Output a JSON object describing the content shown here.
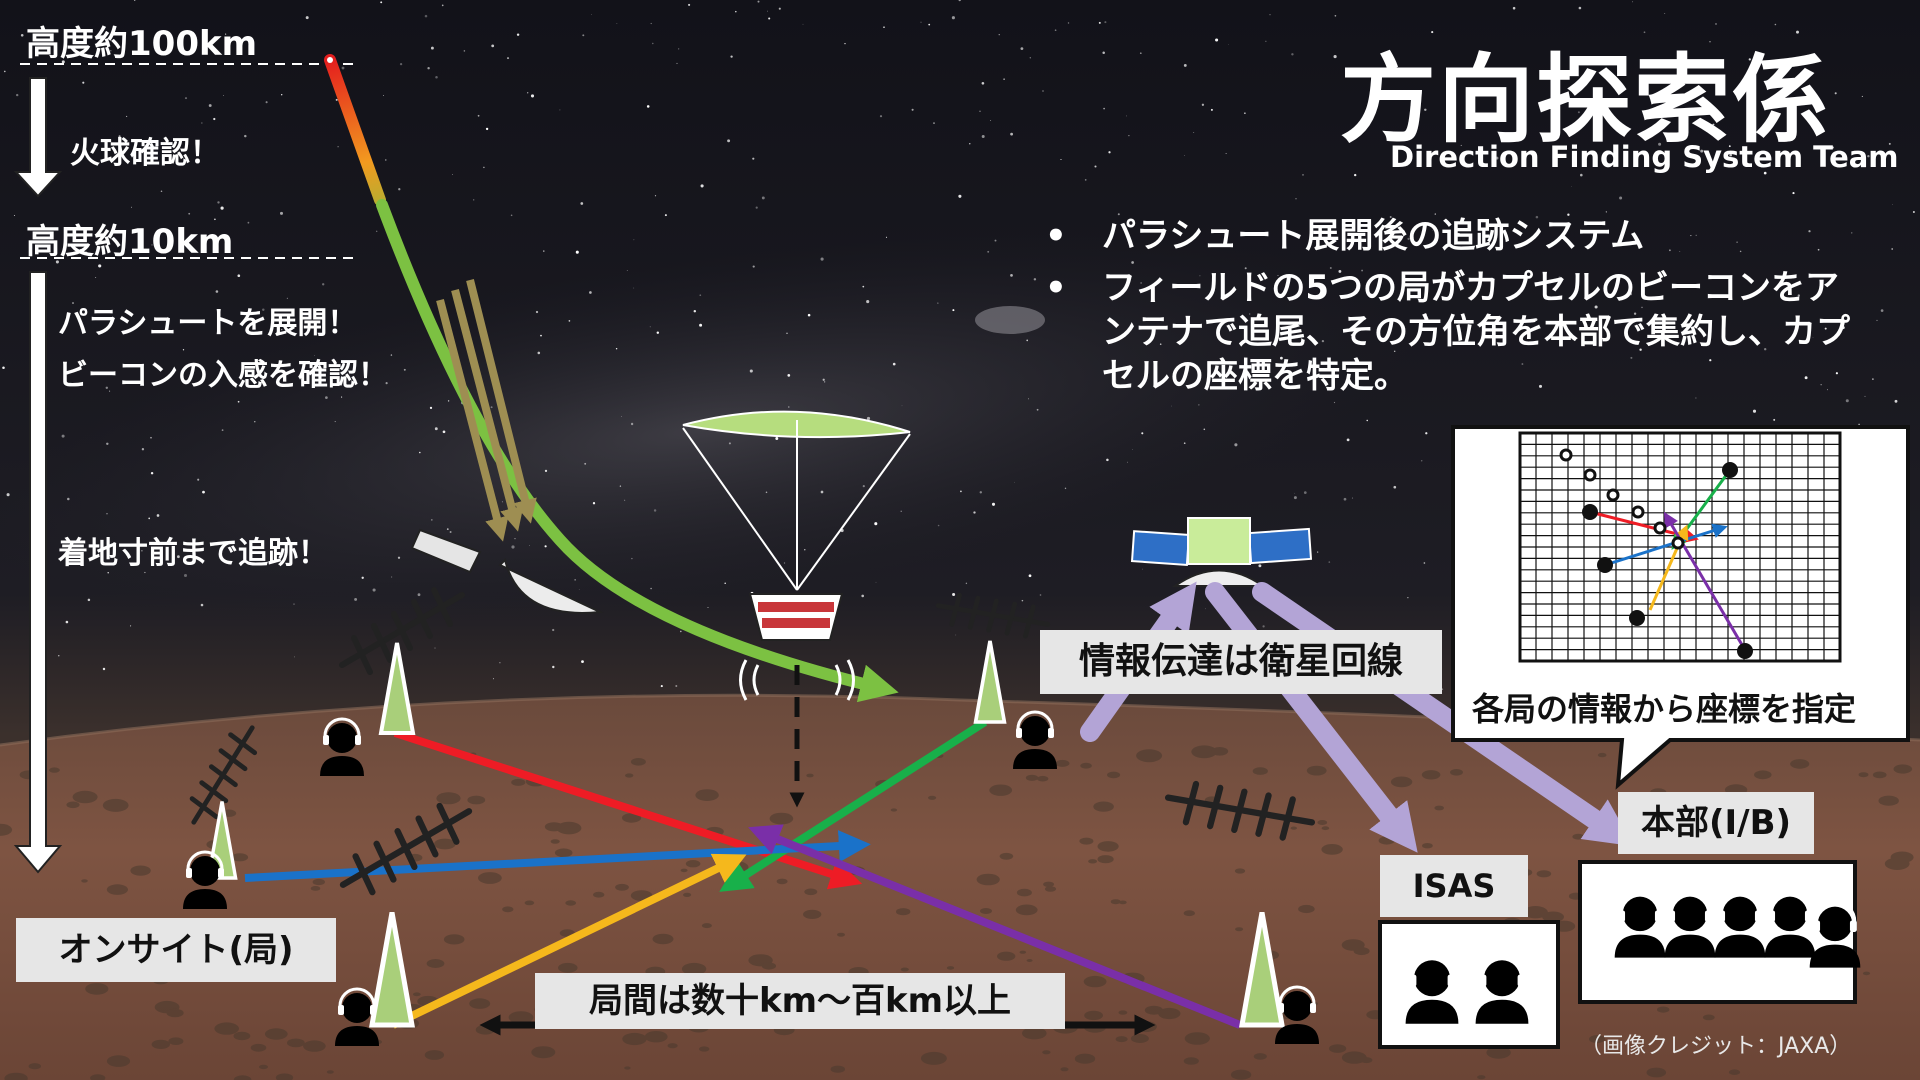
{
  "header": {
    "title": "方向探索係",
    "subtitle": "Direction Finding System Team"
  },
  "altitudes": {
    "top": "高度約100km",
    "mid": "高度約10km"
  },
  "stages": {
    "fireball": "火球確認！",
    "parachute": "パラシュートを展開！",
    "beacon": "ビーコンの入感を確認！",
    "tracking": "着地寸前まで追跡！"
  },
  "bullets": [
    "パラシュート展開後の追跡システム",
    "フィールドの5つの局がカプセルのビーコンをア",
    "ンテナで追尾、その方位角を本部で集約し、カプ",
    "セルの座標を特定。"
  ],
  "labels": {
    "satellite_link": "情報伝達は衛星回線",
    "triangulation": "各局の情報から座標を指定",
    "hq": "本部(I/B)",
    "isas": "ISAS",
    "onsite": "オンサイト(局)",
    "distance": "局間は数十km〜百km以上"
  },
  "credit": "（画像クレジット：JAXA）",
  "colors": {
    "trajectory_top": "#e41e1e",
    "trajectory_mid": "#f29a1f",
    "trajectory_low": "#7cc142",
    "bearing_red": "#ee1c25",
    "bearing_green": "#18b04a",
    "bearing_blue": "#1a72c9",
    "bearing_yellow": "#f5b81c",
    "bearing_purple": "#7a2fa8",
    "satellite_link": "#b3a4d6",
    "label_bg": "#e6e6e6"
  }
}
